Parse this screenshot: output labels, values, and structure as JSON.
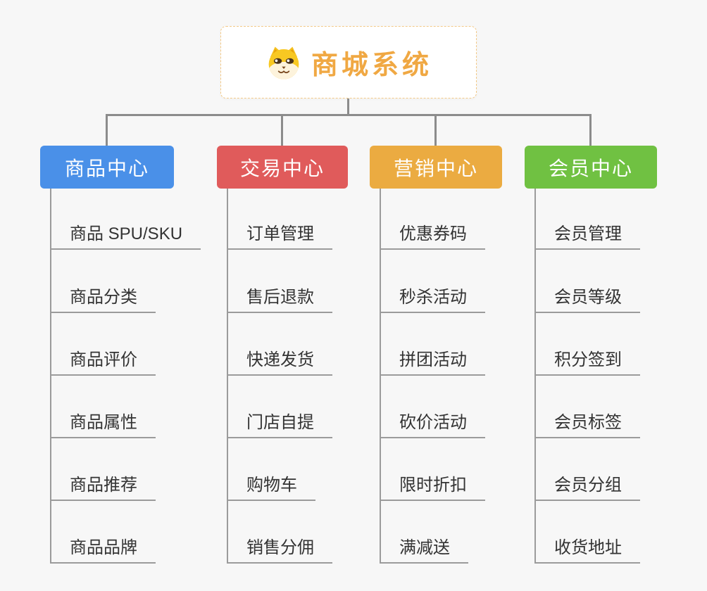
{
  "root": {
    "title": "商城系统",
    "icon": "shiba-dog-icon"
  },
  "branches": [
    {
      "label": "商品中心",
      "color": "#4a90e8",
      "items": [
        "商品 SPU/SKU",
        "商品分类",
        "商品评价",
        "商品属性",
        "商品推荐",
        "商品品牌"
      ]
    },
    {
      "label": "交易中心",
      "color": "#e05b5b",
      "items": [
        "订单管理",
        "售后退款",
        "快递发货",
        "门店自提",
        "购物车",
        "销售分佣"
      ]
    },
    {
      "label": "营销中心",
      "color": "#ebab41",
      "items": [
        "优惠券码",
        "秒杀活动",
        "拼团活动",
        "砍价活动",
        "限时折扣",
        "满减送"
      ]
    },
    {
      "label": "会员中心",
      "color": "#70c142",
      "items": [
        "会员管理",
        "会员等级",
        "积分签到",
        "会员标签",
        "会员分组",
        "收货地址"
      ]
    }
  ],
  "colors": {
    "background": "#f7f7f7",
    "connector": "#8c8c8c",
    "leaf_line": "#9b9b9b",
    "leaf_text": "#333333",
    "root_border": "#f3c987",
    "root_title": "#f0a843"
  }
}
